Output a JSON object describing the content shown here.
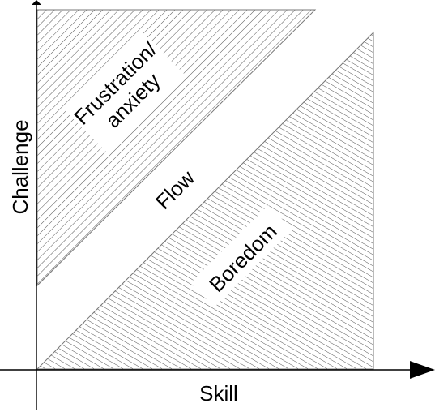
{
  "diagram": {
    "axes": {
      "x_label": "Skill",
      "y_label": "Challenge"
    },
    "regions": {
      "frustration": {
        "label_line1": "Frustration/",
        "label_line2": "anxiety"
      },
      "flow": {
        "label": "Flow"
      },
      "boredom": {
        "label": "Boredom"
      }
    },
    "colors": {
      "hatch": "#555555",
      "axis": "#000000",
      "background": "#ffffff"
    }
  }
}
